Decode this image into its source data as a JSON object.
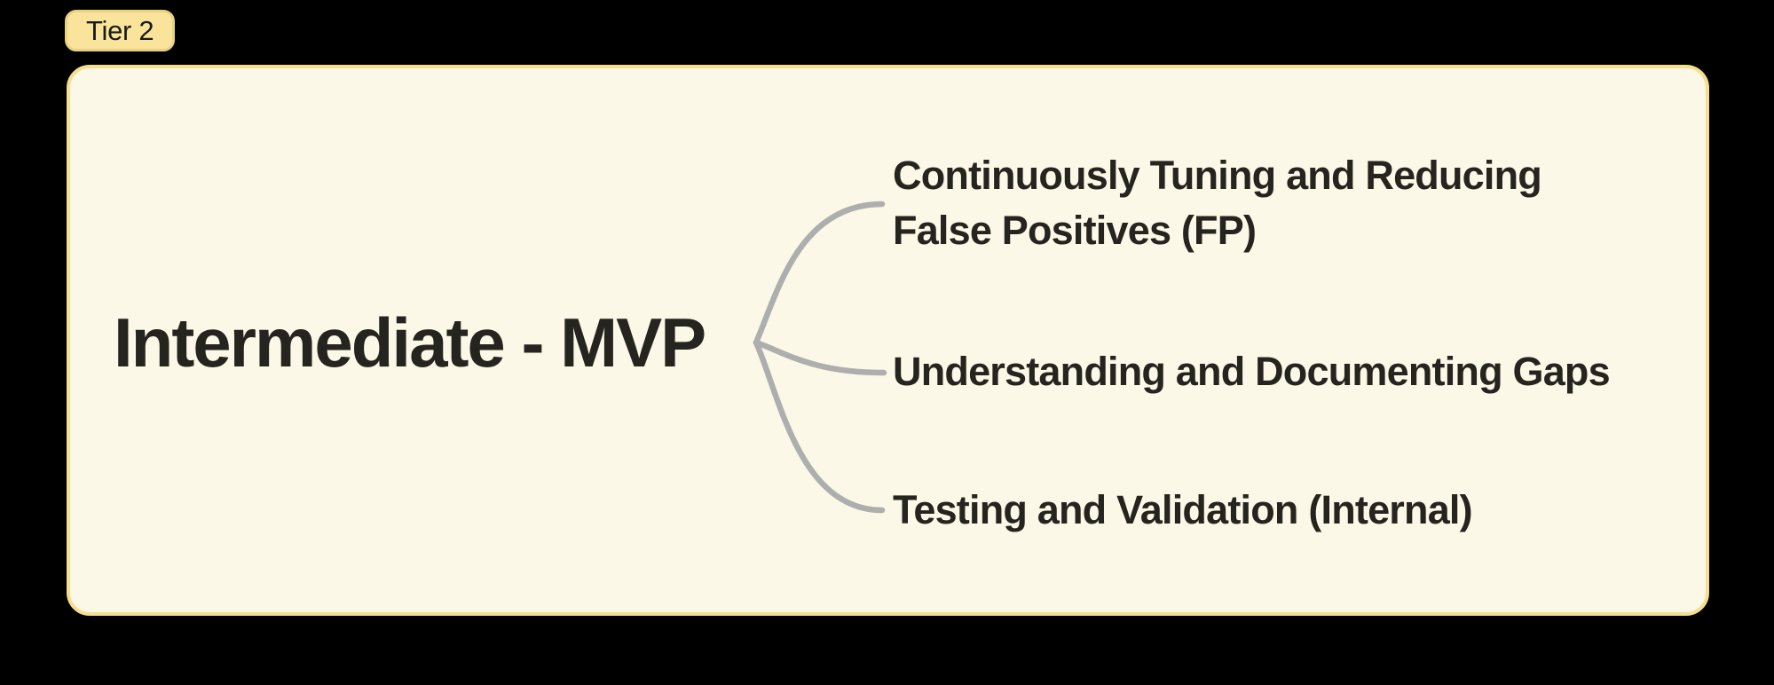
{
  "badge": {
    "label": "Tier 2"
  },
  "mindmap": {
    "root_label": "Intermediate - MVP",
    "branches": [
      {
        "label": "Continuously Tuning and Reducing\nFalse Positives (FP)"
      },
      {
        "label": "Understanding and Documenting Gaps"
      },
      {
        "label": "Testing and Validation (Internal)"
      }
    ]
  },
  "colors": {
    "canvas_bg": "#000000",
    "card_bg": "#FCF8E7",
    "card_border": "#F5DE8D",
    "badge_bg": "#FAE49C",
    "badge_border": "#E9D183",
    "text": "#26241E",
    "connector": "#AEAEAE"
  }
}
